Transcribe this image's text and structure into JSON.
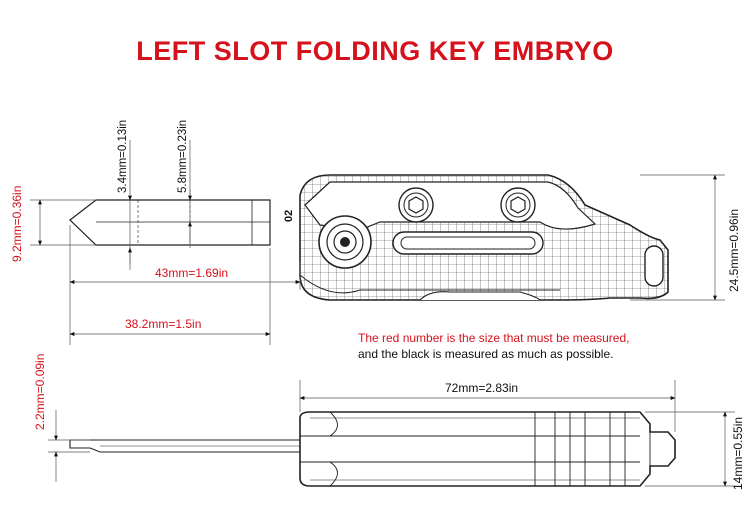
{
  "title": "LEFT SLOT FOLDING KEY EMBRYO",
  "notes": {
    "red": "The red number is the size that must be measured,",
    "black": "and the black is measured as much as possible."
  },
  "stamp": "02",
  "dimensions": {
    "blade_height": "9.2mm=0.36in",
    "tip_thickness": "3.4mm=0.13in",
    "shoulder_depth": "5.8mm=0.23in",
    "blade_length": "43mm=1.69in",
    "groove_length": "38.2mm=1.5in",
    "body_height": "24.5mm=0.96in",
    "blade_thickness": "2.2mm=0.09in",
    "total_length": "72mm=2.83in",
    "body_thickness": "14mm=0.55in"
  },
  "colors": {
    "title": "#d5121b",
    "measure_required": "#d5121b",
    "measure_optional": "#111111",
    "line": "#222222"
  }
}
